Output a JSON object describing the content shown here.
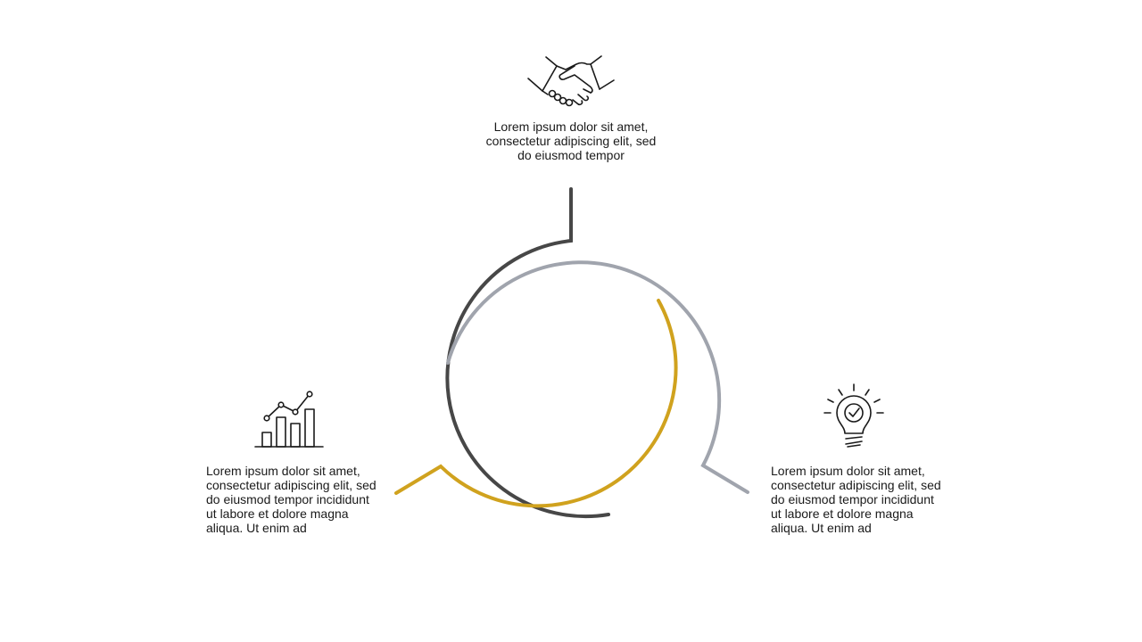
{
  "colors": {
    "dark": "#474747",
    "gray": "#a0a4ad",
    "gold": "#d0a21e",
    "icon": "#1a1a1a"
  },
  "segments": [
    {
      "icon": "handshake-icon",
      "color": "dark",
      "text": "Lorem ipsum dolor sit amet,\nconsectetur adipiscing elit, sed\ndo eiusmod tempor"
    },
    {
      "icon": "bar-line-chart-icon",
      "color": "gold",
      "text": "Lorem ipsum dolor sit amet,\nconsectetur adipiscing elit, sed\ndo eiusmod tempor incididunt\nut labore et dolore magna\naliqua. Ut enim ad"
    },
    {
      "icon": "lightbulb-check-icon",
      "color": "gray",
      "text": "Lorem ipsum dolor sit amet,\nconsectetur adipiscing elit, sed\ndo eiusmod tempor incididunt\nut labore et dolore magna\naliqua. Ut enim ad"
    }
  ]
}
